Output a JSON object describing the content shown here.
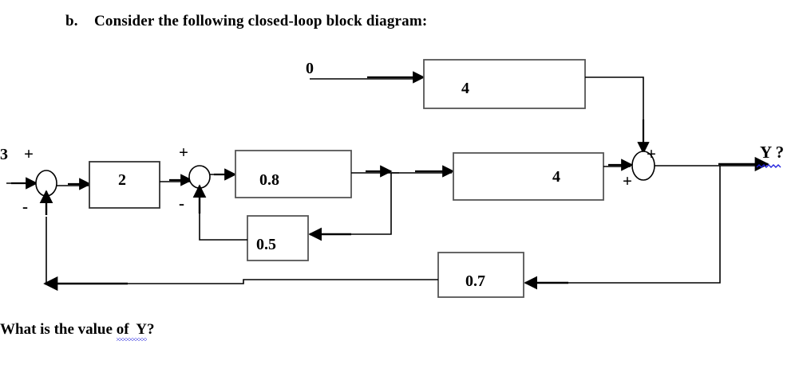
{
  "heading": {
    "list_label": "b.",
    "text": "Consider the following closed-loop block diagram:"
  },
  "question": {
    "prefix": "What is the value ",
    "spellchecked": "of  Y",
    "suffix": "?"
  },
  "diagram": {
    "inputs": [
      {
        "name": "reference-input",
        "value": "3"
      },
      {
        "name": "disturbance-input",
        "value": "0"
      }
    ],
    "output": {
      "name": "output-label",
      "value": "Y ?"
    },
    "blocks": [
      {
        "name": "gain-block-top-4",
        "value": "4"
      },
      {
        "name": "gain-block-2",
        "value": "2"
      },
      {
        "name": "gain-block-0-8",
        "value": "0.8"
      },
      {
        "name": "gain-block-4",
        "value": "4"
      },
      {
        "name": "gain-block-0-5",
        "value": "0.5"
      },
      {
        "name": "gain-block-0-7",
        "value": "0.7"
      }
    ],
    "summing_junctions": [
      {
        "name": "summing-junction-1",
        "signs": [
          "+",
          "-"
        ]
      },
      {
        "name": "summing-junction-2",
        "signs": [
          "+",
          "-"
        ]
      },
      {
        "name": "summing-junction-3",
        "signs": [
          "+",
          "+"
        ]
      }
    ],
    "colors": {
      "line": "#000000",
      "block_border": "#555555",
      "spellcheck": "#2222dd",
      "background": "#ffffff"
    }
  }
}
